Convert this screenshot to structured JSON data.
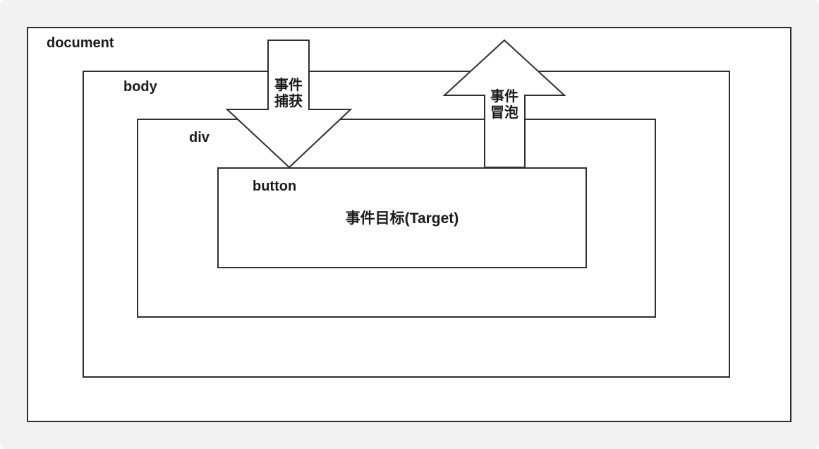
{
  "diagram": {
    "boxes": {
      "document": {
        "label": "document"
      },
      "body": {
        "label": "body"
      },
      "div": {
        "label": "div"
      },
      "button": {
        "label": "button",
        "target_text": "事件目标(Target)"
      }
    },
    "arrows": {
      "capture": {
        "label_line1": "事件",
        "label_line2": "捕获"
      },
      "bubble": {
        "label_line1": "事件",
        "label_line2": "冒泡"
      }
    },
    "colors": {
      "border": "#2f2f2f",
      "background": "#f2f2f2",
      "box_fill": "#ffffff",
      "text": "#1a1a1a"
    }
  }
}
